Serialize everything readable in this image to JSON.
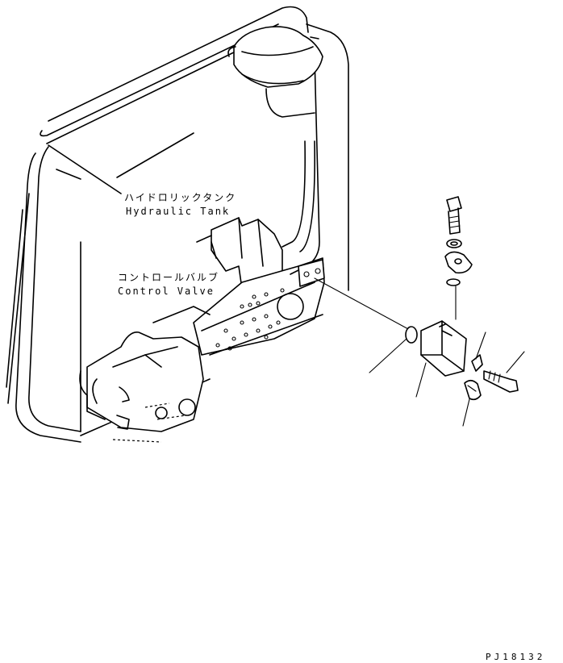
{
  "labels": {
    "hydraulic_tank_jp": "ハイドロリックタンク",
    "hydraulic_tank_en": "Hydraulic Tank",
    "control_valve_jp": "コントロールバルブ",
    "control_valve_en": "Control Valve"
  },
  "drawing_code": "PJ18132"
}
